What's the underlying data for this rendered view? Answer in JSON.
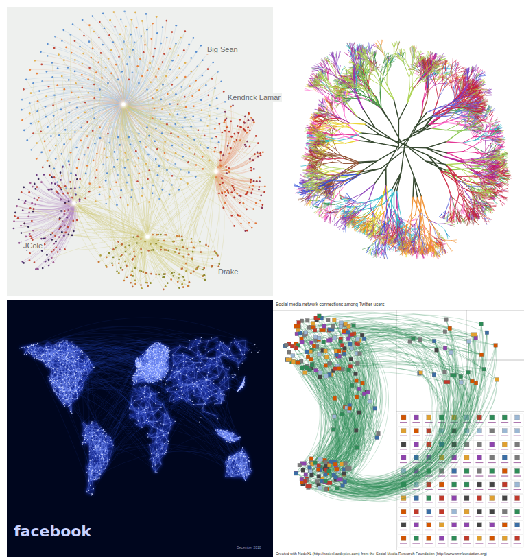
{
  "diagram": {
    "labels": [
      "Big Sean",
      "Kendrick Lamar",
      "JCole",
      "Drake",
      "facebook",
      "December 2010",
      "Social media network connections among Twitter users",
      "Created with NodeXL (http://nodexl.codeplex.com) from the Social Media Research Foundation (http://www.smrfoundation.org)"
    ]
  }
}
